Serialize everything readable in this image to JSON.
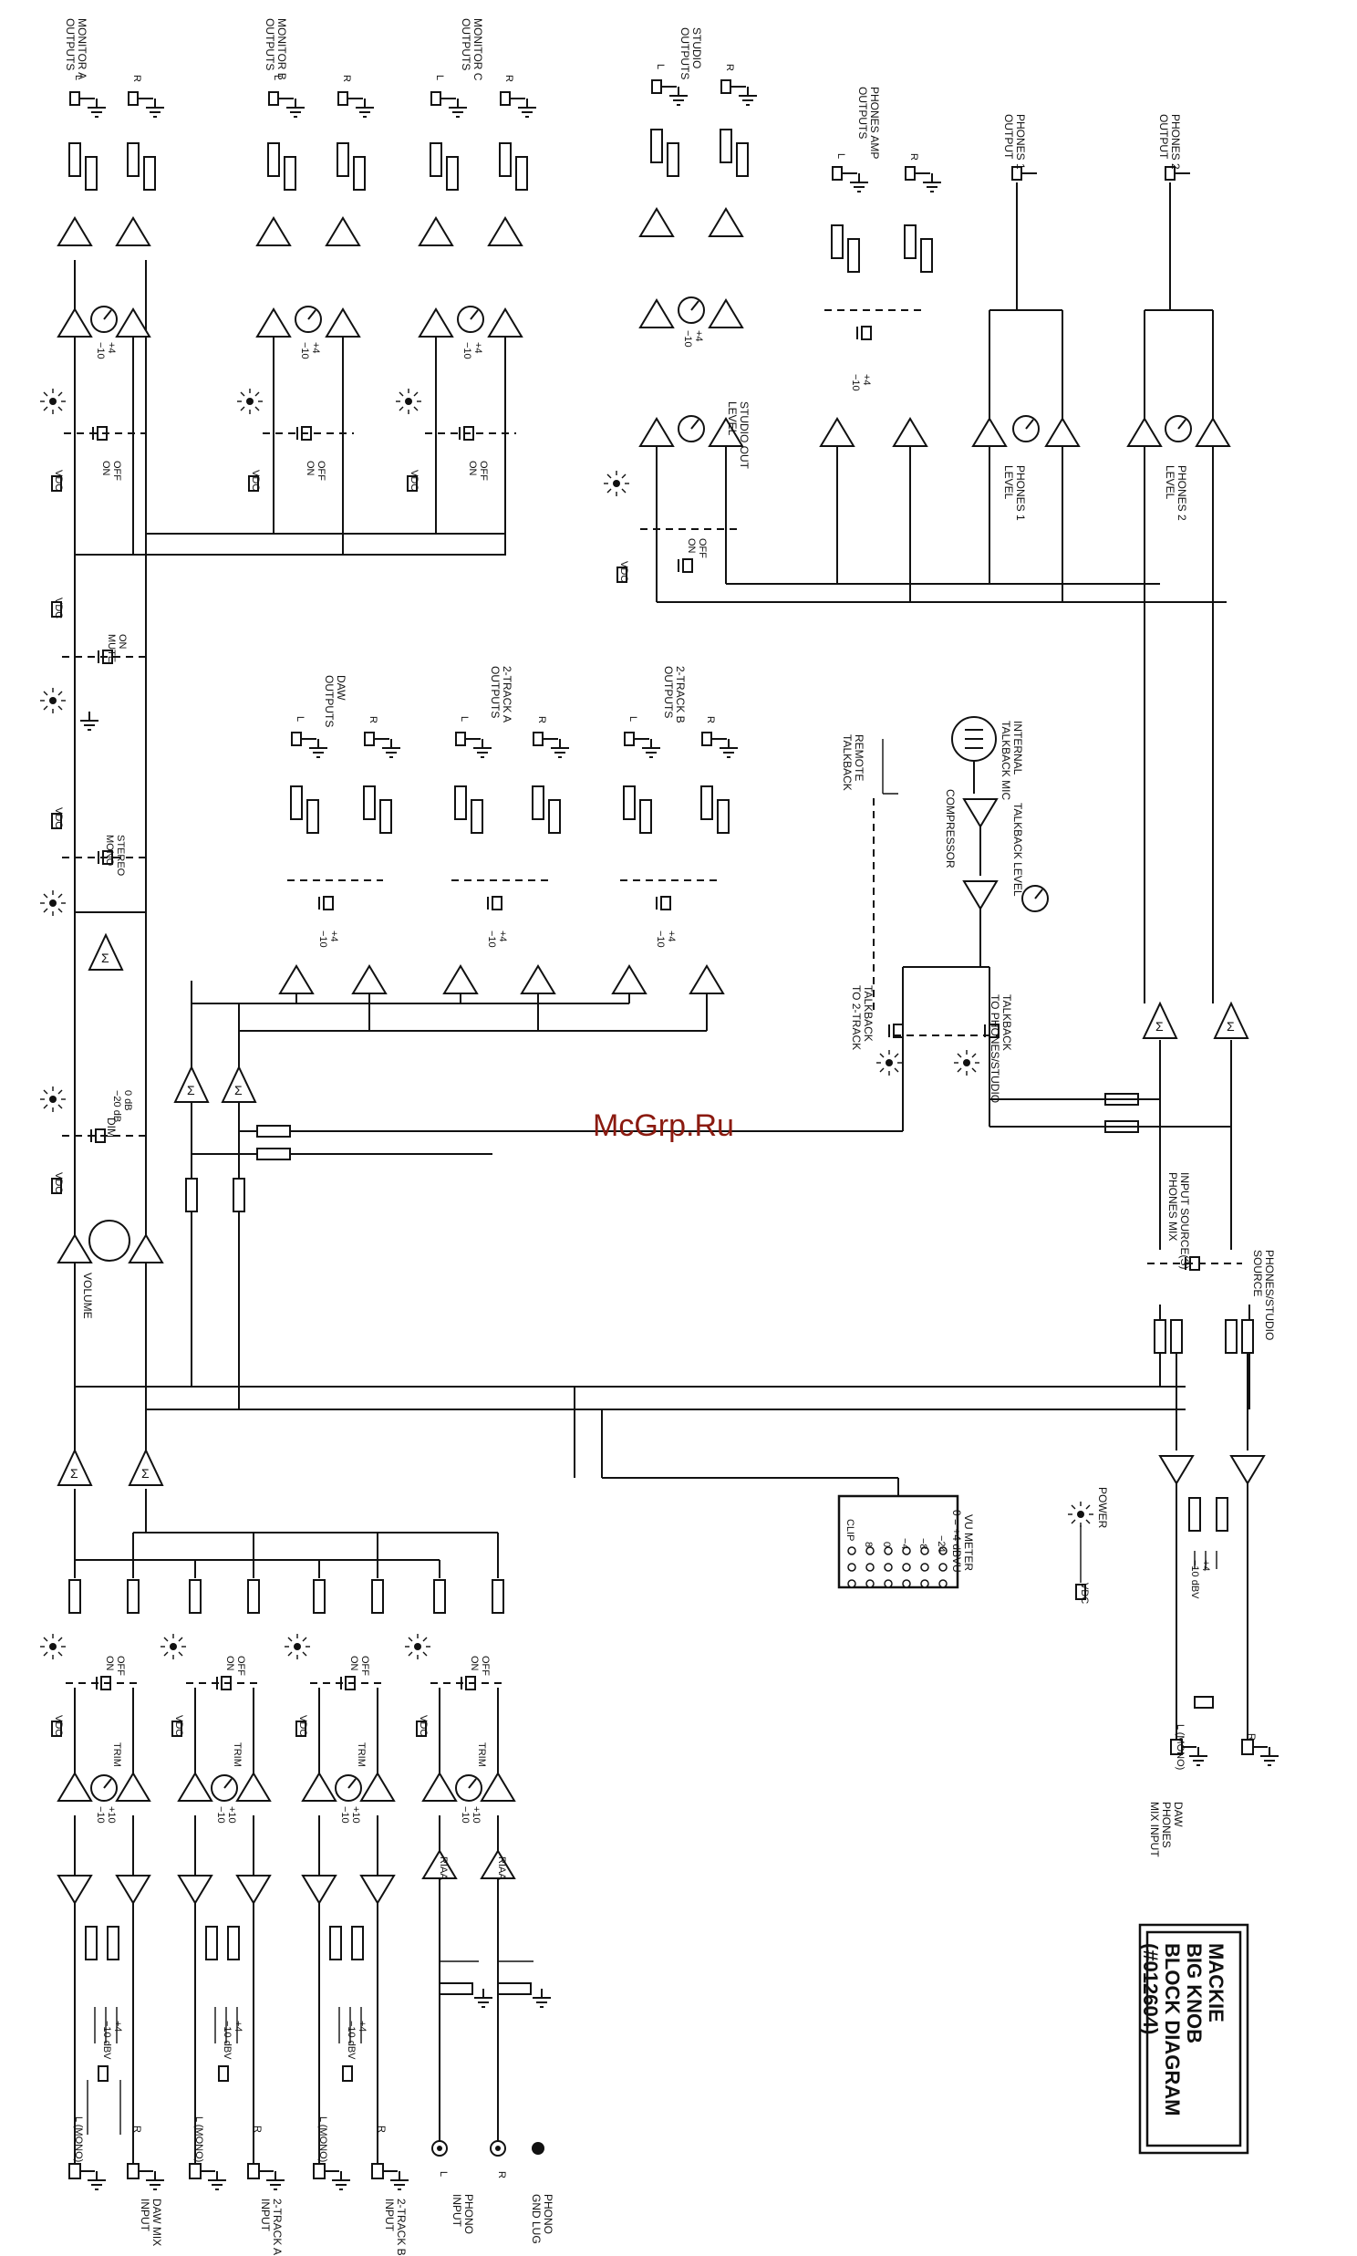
{
  "watermark": "McGrp.Ru",
  "title": {
    "line1": "MACKIE",
    "line2": "BIG KNOB",
    "line3": "BLOCK DIAGRAM",
    "line4": "(#012604)"
  },
  "common": {
    "vdc": "VDC",
    "trim": "TRIM",
    "off": "OFF",
    "on": "ON",
    "plus10": "+10",
    "minus10": "−10",
    "plus4": "+4",
    "minus10dbv": "−10 dBV",
    "minus10b": "−10",
    "L": "L",
    "R": "R",
    "riaa": "RIAA",
    "lmono": "L (MONO)"
  },
  "inputs": [
    {
      "line1": "DAW MIX",
      "line2": "INPUT"
    },
    {
      "line1": "2-TRACK A",
      "line2": "INPUT"
    },
    {
      "line1": "2-TRACK B",
      "line2": "INPUT"
    }
  ],
  "phono": {
    "input1": "PHONO",
    "input2": "INPUT",
    "gnd1": "PHONO",
    "gnd2": "GND LUG"
  },
  "vumeter": {
    "title": "VU METER",
    "subtitle": "0 = +4 dBVU",
    "clip": "CLIP",
    "levels": [
      "8",
      "0",
      "−4",
      "−8",
      "−24"
    ]
  },
  "power": "POWER",
  "phones_mix_input": {
    "line1": "DAW",
    "line2": "PHONES",
    "line3": "MIX INPUT"
  },
  "volume": "VOLUME",
  "dim": {
    "label": "DIM",
    "v1": "0 dB",
    "v2": "−20 dB"
  },
  "stereo_mono": {
    "v1": "STEREO",
    "v2": "MONO"
  },
  "mute": {
    "v1": "ON",
    "v2": "MUTE"
  },
  "monitor_outputs": [
    {
      "line1": "MONITOR A",
      "line2": "OUTPUTS"
    },
    {
      "line1": "MONITOR B",
      "line2": "OUTPUTS"
    },
    {
      "line1": "MONITOR C",
      "line2": "OUTPUTS"
    }
  ],
  "studio_outputs": {
    "line1": "STUDIO",
    "line2": "OUTPUTS"
  },
  "studio_out_level": {
    "line1": "STUDIO OUT",
    "line2": "LEVEL"
  },
  "phones_amp_outputs": {
    "line1": "PHONES AMP",
    "line2": "OUTPUTS"
  },
  "phones1_output": {
    "line1": "PHONES 1",
    "line2": "OUTPUT"
  },
  "phones2_output": {
    "line1": "PHONES 2",
    "line2": "OUTPUT"
  },
  "phones1_level": {
    "line1": "PHONES 1",
    "line2": "LEVEL"
  },
  "phones2_level": {
    "line1": "PHONES 2",
    "line2": "LEVEL"
  },
  "rec_outputs": [
    {
      "line1": "DAW",
      "line2": "OUTPUTS"
    },
    {
      "line1": "2-TRACK A",
      "line2": "OUTPUTS"
    },
    {
      "line1": "2-TRACK B",
      "line2": "OUTPUTS"
    }
  ],
  "talkback": {
    "remote1": "REMOTE",
    "remote2": "TALKBACK",
    "compressor": "COMPRESSOR",
    "mic1": "INTERNAL",
    "mic2": "TALKBACK MIC",
    "level": "TALKBACK LEVEL",
    "to2track1": "TALKBACK",
    "to2track2": "TO 2-TRACK",
    "tophones1": "TALKBACK",
    "tophones2": "TO PHONES/STUDIO"
  },
  "input_sources": {
    "line1": "INPUT SOURCE(S)",
    "line2": "PHONES MIX"
  },
  "phones_studio_source": {
    "line1": "PHONES/STUDIO",
    "line2": "SOURCE"
  }
}
